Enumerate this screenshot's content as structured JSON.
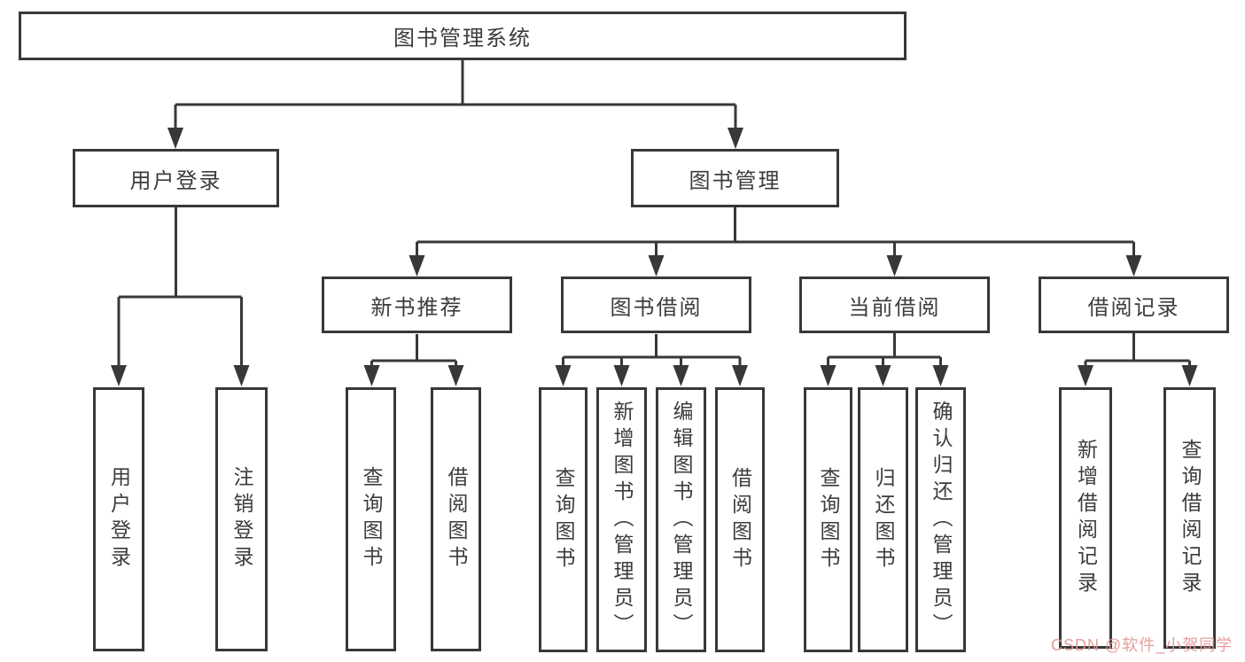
{
  "diagram_title": "图书管理系统",
  "nodes": {
    "system": "图书管理系统",
    "user_login": "用户登录",
    "book_mgmt": "图书管理",
    "new_book_rec": "新书推荐",
    "book_borrow": "图书借阅",
    "current_borrow": "当前借阅",
    "borrow_records": "借阅记录",
    "user_login_leaf": "用户登录",
    "logout_leaf": "注销登录",
    "nbr_query_books": "查询图书",
    "nbr_borrow_books": "借阅图书",
    "bb_query_books": "查询图书",
    "bb_add_books": "新增图书（管理员）",
    "bb_edit_books": "编辑图书（管理员）",
    "bb_borrow_books": "借阅图书",
    "cb_query_books": "查询图书",
    "cb_return_books": "归还图书",
    "cb_confirm_return": "确认归还（管理员）",
    "br_add_record": "新增借阅记录",
    "br_query_record": "查询借阅记录"
  },
  "watermark": {
    "text": "CSDN @软件_小贺同学",
    "color": "#e39696"
  },
  "colors": {
    "background": "#ffffff",
    "line": "#383838",
    "text": "#3c3c3e"
  }
}
